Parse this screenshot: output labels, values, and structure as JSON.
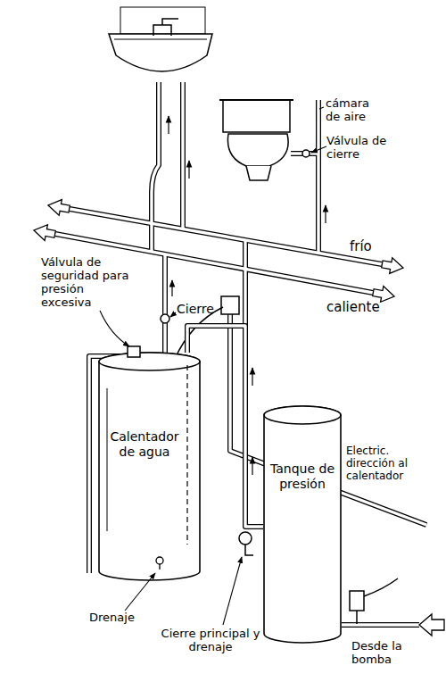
{
  "diagram": {
    "nodes": [
      {
        "text": [
          "Calentador de agua"
        ]
      },
      {
        "text": [
          "Tanque de presión"
        ]
      }
    ],
    "edges": [
      {
        "from": 0,
        "to": 1,
        "arrow": "none"
      }
    ],
    "labels": [
      "cámara de aire",
      "Válvula de cierre",
      "Válvula de seguridad para presión excesiva",
      "Cierre",
      "frío",
      "caliente",
      "Electric. dirección al calentador",
      "Drenaje",
      "Cierre principal y drenaje",
      "Desde la bomba"
    ]
  }
}
